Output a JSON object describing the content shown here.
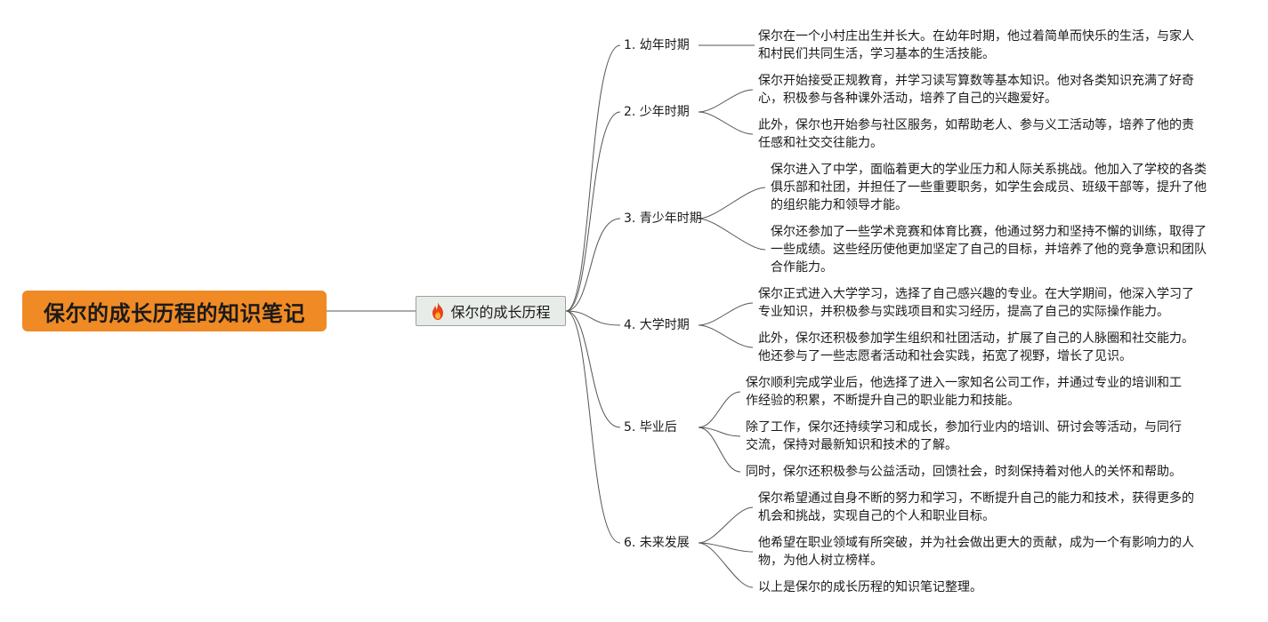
{
  "root": {
    "title": "保尔的成长历程的知识笔记"
  },
  "center": {
    "title": "保尔的成长历程",
    "icon": "fire-icon"
  },
  "branches": [
    {
      "label": "1. 幼年时期",
      "items": [
        "保尔在一个小村庄出生并长大。在幼年时期，他过着简单而快乐的生活，与家人和村民们共同生活，学习基本的生活技能。"
      ]
    },
    {
      "label": "2. 少年时期",
      "items": [
        "保尔开始接受正规教育，并学习读写算数等基本知识。他对各类知识充满了好奇心，积极参与各种课外活动，培养了自己的兴趣爱好。",
        "此外，保尔也开始参与社区服务，如帮助老人、参与义工活动等，培养了他的责任感和社交交往能力。"
      ]
    },
    {
      "label": "3. 青少年时期",
      "items": [
        "保尔进入了中学，面临着更大的学业压力和人际关系挑战。他加入了学校的各类俱乐部和社团，并担任了一些重要职务，如学生会成员、班级干部等，提升了他的组织能力和领导才能。",
        "保尔还参加了一些学术竞赛和体育比赛，他通过努力和坚持不懈的训练，取得了一些成绩。这些经历使他更加坚定了自己的目标，并培养了他的竞争意识和团队合作能力。"
      ]
    },
    {
      "label": "4. 大学时期",
      "items": [
        "保尔正式进入大学学习，选择了自己感兴趣的专业。在大学期间，他深入学习了专业知识，并积极参与实践项目和实习经历，提高了自己的实际操作能力。",
        "此外，保尔还积极参加学生组织和社团活动，扩展了自己的人脉圈和社交能力。他还参与了一些志愿者活动和社会实践，拓宽了视野，增长了见识。"
      ]
    },
    {
      "label": "5. 毕业后",
      "items": [
        "保尔顺利完成学业后，他选择了进入一家知名公司工作，并通过专业的培训和工作经验的积累，不断提升自己的职业能力和技能。",
        "除了工作，保尔还持续学习和成长，参加行业内的培训、研讨会等活动，与同行交流，保持对最新知识和技术的了解。",
        "同时，保尔还积极参与公益活动，回馈社会，时刻保持着对他人的关怀和帮助。"
      ]
    },
    {
      "label": "6. 未来发展",
      "items": [
        "保尔希望通过自身不断的努力和学习，不断提升自己的能力和技术，获得更多的机会和挑战，实现自己的个人和职业目标。",
        "他希望在职业领域有所突破，并为社会做出更大的贡献，成为一个有影响力的人物，为他人树立榜样。",
        "以上是保尔的成长历程的知识笔记整理。"
      ]
    }
  ]
}
